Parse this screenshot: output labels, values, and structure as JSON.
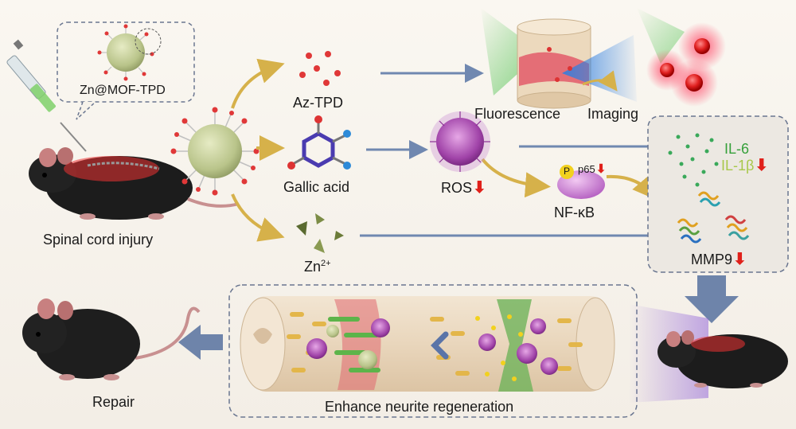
{
  "labels": {
    "zn_mof_tpd": "Zn@MOF-TPD",
    "spinal_cord_injury": "Spinal cord injury",
    "az_tpd": "Az-TPD",
    "gallic_acid": "Gallic acid",
    "zn": "Zn",
    "zn_charge": "2+",
    "fluorescence": "Fluorescence",
    "imaging": "Imaging",
    "ros": "ROS",
    "nfkb": "NF-κB",
    "p": "P",
    "p65": "p65",
    "il6": "IL-6",
    "il1b": "IL-1β",
    "mmp9": "MMP9",
    "repair": "Repair",
    "enhance": "Enhance neurite regeneration",
    "down_arrow": "⬇"
  },
  "colors": {
    "gold_arrow": "#d6b14a",
    "blue_arrow": "#7088b0",
    "down_arrow": "#e0201a",
    "il6": "#35a03a",
    "il1b": "#a8c84a"
  }
}
